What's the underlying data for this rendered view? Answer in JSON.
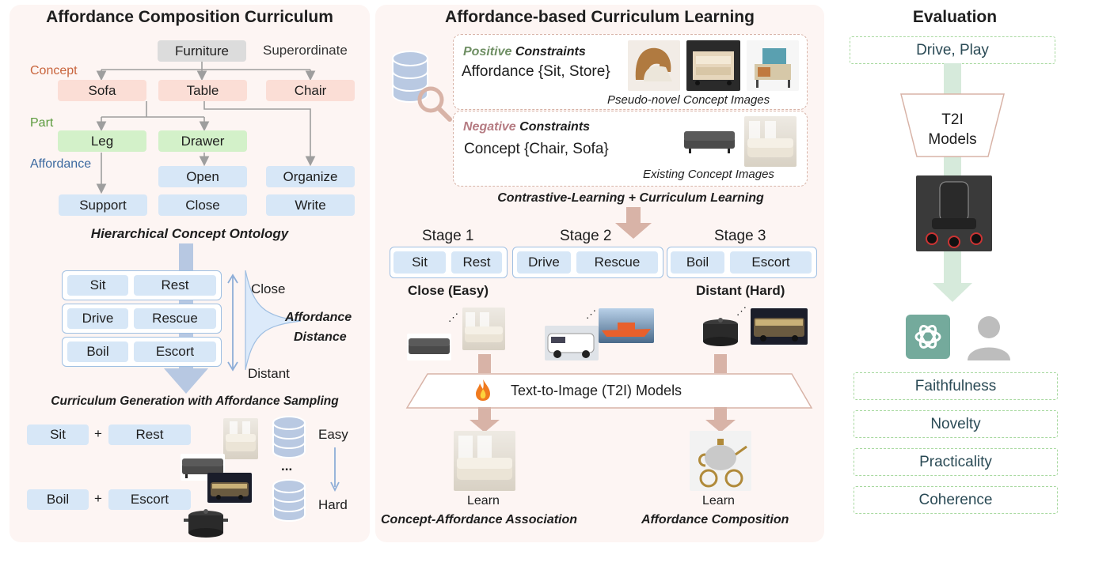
{
  "left": {
    "title": "Affordance Composition Curriculum",
    "superordinate_label": "Superordinate",
    "concept_label": "Concept",
    "part_label": "Part",
    "affordance_label": "Affordance",
    "nodes": {
      "furniture": "Furniture",
      "sofa": "Sofa",
      "table": "Table",
      "chair": "Chair",
      "leg": "Leg",
      "drawer": "Drawer",
      "open": "Open",
      "organize": "Organize",
      "support": "Support",
      "close": "Close",
      "write": "Write"
    },
    "ontology_caption": "Hierarchical Concept Ontology",
    "pairs": [
      {
        "a": "Sit",
        "b": "Rest"
      },
      {
        "a": "Drive",
        "b": "Rescue"
      },
      {
        "a": "Boil",
        "b": "Escort"
      }
    ],
    "close_label": "Close",
    "distant_label": "Distant",
    "distance_caption_1": "Affordance",
    "distance_caption_2": "Distance",
    "sampling_caption": "Curriculum Generation with Affordance Sampling",
    "easy_pair": {
      "a": "Sit",
      "b": "Rest"
    },
    "hard_pair": {
      "a": "Boil",
      "b": "Escort"
    },
    "plus": "+",
    "ellipsis": "...",
    "easy_label": "Easy",
    "hard_label": "Hard"
  },
  "middle": {
    "title": "Affordance-based Curriculum Learning",
    "positive_word": "Positive",
    "constraints_word": "Constraints",
    "positive_text": "Affordance {Sit, Store}",
    "positive_caption": "Pseudo-novel Concept Images",
    "negative_word": "Negative",
    "negative_text": "Concept {Chair, Sofa}",
    "negative_caption": "Existing Concept Images",
    "learning_caption": "Contrastive-Learning + Curriculum Learning",
    "stages": [
      {
        "label": "Stage 1",
        "a": "Sit",
        "b": "Rest"
      },
      {
        "label": "Stage 2",
        "a": "Drive",
        "b": "Rescue"
      },
      {
        "label": "Stage 3",
        "a": "Boil",
        "b": "Escort"
      }
    ],
    "close_easy": "Close (Easy)",
    "distant_hard": "Distant (Hard)",
    "t2i_models": "Text-to-Image (T2I) Models",
    "learn_left": "Learn",
    "learn_right": "Learn",
    "assoc_caption": "Concept-Affordance Association",
    "composition_caption": "Affordance Composition"
  },
  "right": {
    "title": "Evaluation",
    "drive_play": "Drive, Play",
    "t2i_line1": "T2I",
    "t2i_line2": "Models",
    "metrics": [
      "Faithfulness",
      "Novelty",
      "Practicality",
      "Coherence"
    ]
  },
  "colors": {
    "panel_bg": "#fdf5f3",
    "concept_red": "#c8643c",
    "part_green": "#5a9a3c",
    "affordance_blue": "#3c6aa0",
    "positive_green": "#6f8f64",
    "negative_pink": "#b57b82",
    "arrow_brown": "#d8b3a7",
    "arrow_blue": "#b7c8e2",
    "arrow_green": "#d6eadb"
  }
}
